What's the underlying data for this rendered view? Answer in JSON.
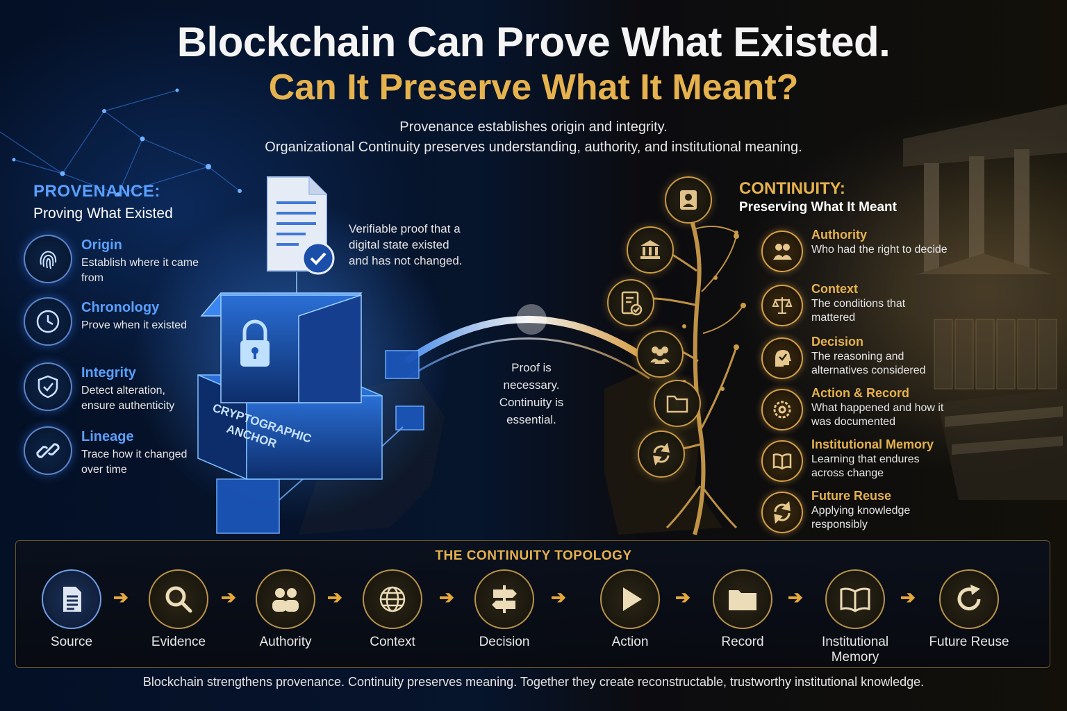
{
  "header": {
    "title_line1": "Blockchain Can Prove What Existed.",
    "title_line2": "Can It Preserve What It Meant?",
    "subtitle_line1": "Provenance establishes origin and integrity.",
    "subtitle_line2": "Organizational Continuity preserves understanding, authority, and institutional meaning."
  },
  "provenance": {
    "heading": "PROVENANCE:",
    "subheading": "Proving What Existed",
    "items": [
      {
        "title": "Origin",
        "desc": "Establish where it came from",
        "icon": "fingerprint-icon"
      },
      {
        "title": "Chronology",
        "desc": "Prove when it existed",
        "icon": "clock-icon"
      },
      {
        "title": "Integrity",
        "desc": "Detect alteration, ensure authenticity",
        "icon": "shield-check-icon"
      },
      {
        "title": "Lineage",
        "desc": "Trace how it changed over time",
        "icon": "link-icon"
      }
    ]
  },
  "center": {
    "anchor_label_line1": "CRYPTOGRAPHIC",
    "anchor_label_line2": "ANCHOR",
    "verifiable_text": "Verifiable proof that a digital state existed and has not changed.",
    "bridge_text": "Proof is necessary. Continuity is essential."
  },
  "continuity": {
    "heading": "CONTINUITY:",
    "subheading": "Preserving What It Meant",
    "items": [
      {
        "title": "Authority",
        "desc": "Who had the right to decide",
        "icon": "people-icon"
      },
      {
        "title": "Context",
        "desc": "The conditions that mattered",
        "icon": "scales-icon"
      },
      {
        "title": "Decision",
        "desc": "The reasoning and alternatives considered",
        "icon": "head-check-icon"
      },
      {
        "title": "Action & Record",
        "desc": "What happened and how it was documented",
        "icon": "gear-icon"
      },
      {
        "title": "Institutional Memory",
        "desc": "Learning that endures across change",
        "icon": "book-icon"
      },
      {
        "title": "Future Reuse",
        "desc": "Applying knowledge responsibly",
        "icon": "cycle-icon"
      }
    ]
  },
  "tree_nodes": [
    "user-icon",
    "institution-icon",
    "checklist-icon",
    "group-icon",
    "folder-icon",
    "refresh-icon"
  ],
  "topology": {
    "heading": "THE CONTINUITY TOPOLOGY",
    "steps": [
      {
        "label": "Source",
        "icon": "document-icon"
      },
      {
        "label": "Evidence",
        "icon": "magnifier-icon"
      },
      {
        "label": "Authority",
        "icon": "people-icon"
      },
      {
        "label": "Context",
        "icon": "globe-icon"
      },
      {
        "label": "Decision",
        "icon": "signpost-icon"
      },
      {
        "label": "Action",
        "icon": "play-icon"
      },
      {
        "label": "Record",
        "icon": "folder-icon"
      },
      {
        "label": "Institutional Memory",
        "icon": "book-icon"
      },
      {
        "label": "Future Reuse",
        "icon": "refresh-icon"
      }
    ]
  },
  "footer": {
    "text": "Blockchain strengthens provenance. Continuity preserves meaning. Together they create reconstructable, trustworthy institutional knowledge."
  },
  "colors": {
    "blue_accent": "#5aa0ff",
    "gold_accent": "#e6b24e",
    "background": "#06142c"
  }
}
